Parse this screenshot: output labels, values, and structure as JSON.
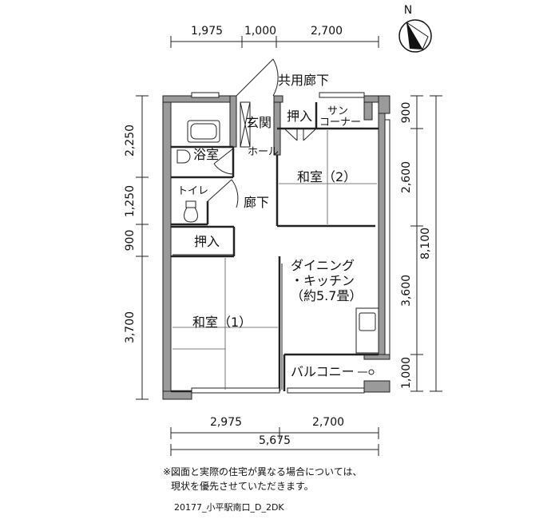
{
  "plan": {
    "rooms": {
      "corridor_common": "共用廊下",
      "entrance": "玄関",
      "closet_top": "押入",
      "sun_corner_1": "サン",
      "sun_corner_2": "コーナー",
      "bath": "浴室",
      "hall": "ホール",
      "washitsu_2": "和室（2）",
      "toilet": "トイレ",
      "hallway": "廊下",
      "closet_left": "押入",
      "dk_line1": "ダイニング",
      "dk_line2": "・キッチン",
      "dk_line3": "（約5.7畳）",
      "washitsu_1": "和室（1）",
      "balcony": "バルコニー"
    },
    "dimensions": {
      "top": [
        "1,975",
        "1,000",
        "2,700"
      ],
      "left": [
        "2,250",
        "1,250",
        "900",
        "3,700"
      ],
      "right": [
        "900",
        "2,600",
        "3,600",
        "1,000"
      ],
      "right_total": "8,100",
      "bottom": [
        "2,975",
        "2,700"
      ],
      "bottom_total": "5,675"
    },
    "compass": "N"
  },
  "note": {
    "line1": "※図面と実際の住宅が異なる場合については、",
    "line2": "現状を優先させていただきます。"
  },
  "code": "20177_小平駅南口_D_2DK"
}
